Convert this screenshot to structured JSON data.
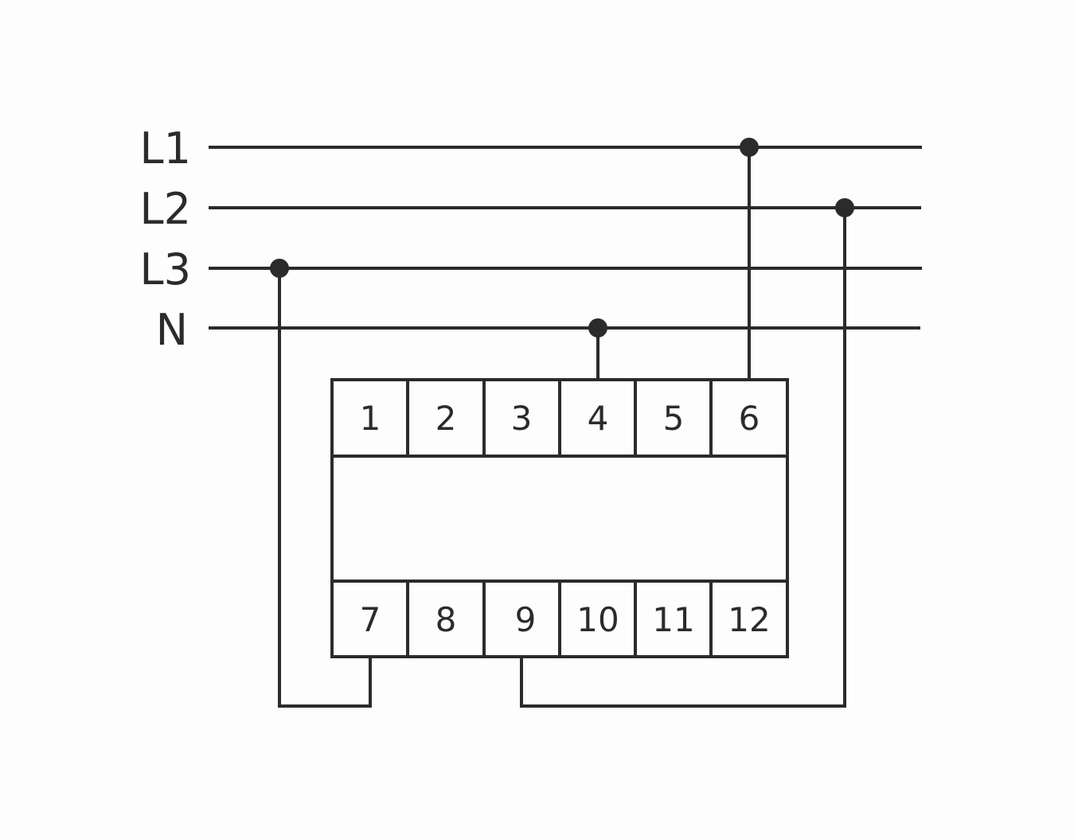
{
  "lines": [
    {
      "id": "L1",
      "label": "L1"
    },
    {
      "id": "L2",
      "label": "L2"
    },
    {
      "id": "L3",
      "label": "L3"
    },
    {
      "id": "N",
      "label": "N"
    }
  ],
  "terminals_top": [
    "1",
    "2",
    "3",
    "4",
    "5",
    "6"
  ],
  "terminals_bottom": [
    "7",
    "8",
    "9",
    "10",
    "11",
    "12"
  ],
  "connections": [
    {
      "line": "N",
      "terminal": "4"
    },
    {
      "line": "L1",
      "terminal": "6"
    },
    {
      "line": "L3",
      "terminal": "7"
    },
    {
      "line": "L2",
      "terminal": "9"
    }
  ],
  "colors": {
    "ink": "#2b2b2b",
    "background": "#fdfdfd"
  }
}
